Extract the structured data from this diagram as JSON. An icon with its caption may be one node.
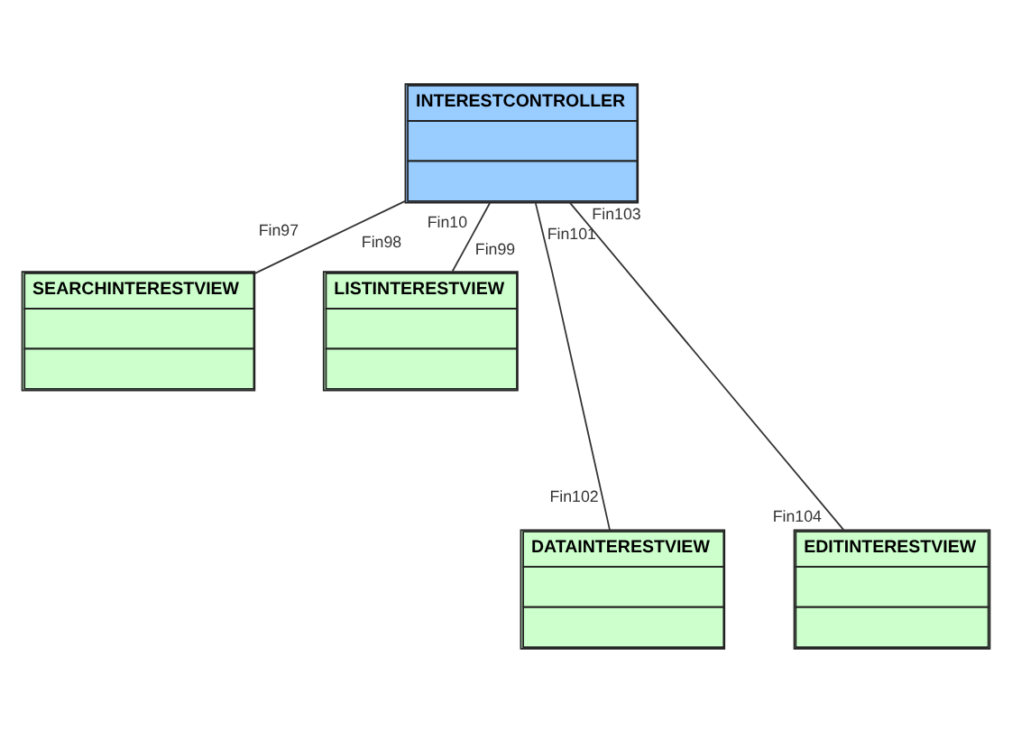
{
  "diagram": {
    "nodes": [
      {
        "text": [
          "INTERESTCONTROLLER"
        ]
      },
      {
        "text": [
          "SEARCHINTERESTVIEW"
        ]
      },
      {
        "text": [
          "LISTINTERESTVIEW"
        ]
      },
      {
        "text": [
          "DATAINTERESTVIEW"
        ]
      },
      {
        "text": [
          "EDITINTERESTVIEW"
        ]
      }
    ],
    "edges": [
      {
        "from": 0,
        "to": 1,
        "arrow": "none"
      },
      {
        "from": 0,
        "to": 2,
        "arrow": "none"
      },
      {
        "from": 0,
        "to": 3,
        "arrow": "none"
      },
      {
        "from": 0,
        "to": 4,
        "arrow": "none"
      }
    ],
    "labels": [
      "Fin98",
      "Fin99",
      "Fin97",
      "Fin101",
      "Fin103",
      "Fin10",
      "Fin104",
      "Fin102"
    ]
  }
}
